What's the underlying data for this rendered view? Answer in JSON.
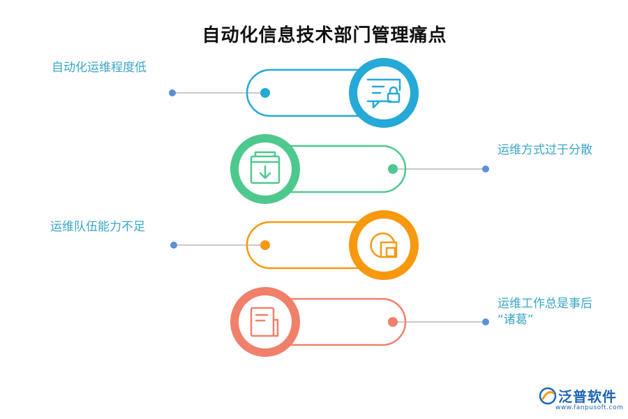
{
  "title": "自动化信息技术部门管理痛点",
  "items": [
    {
      "label": "自动化运维程度低",
      "color": "#25a9d6",
      "icon": "chat-lock-icon"
    },
    {
      "label": "运维方式过于分散",
      "color": "#4ec98e",
      "icon": "download-box-icon"
    },
    {
      "label": "运维队伍能力不足",
      "color": "#f7990f",
      "icon": "pie-square-icon"
    },
    {
      "label": "运维工作总是事后",
      "label2": "“诸葛”",
      "color": "#f0806a",
      "icon": "document-icon"
    }
  ],
  "logo": {
    "text": "泛普软件",
    "url": "www.fanpusoft.com",
    "color": "#1e66b5",
    "accent": "#f7990f"
  },
  "colors": {
    "label_text": "#3aa6c8",
    "connector": "#b9b9b9",
    "endpoint": "#5b8fd8"
  }
}
